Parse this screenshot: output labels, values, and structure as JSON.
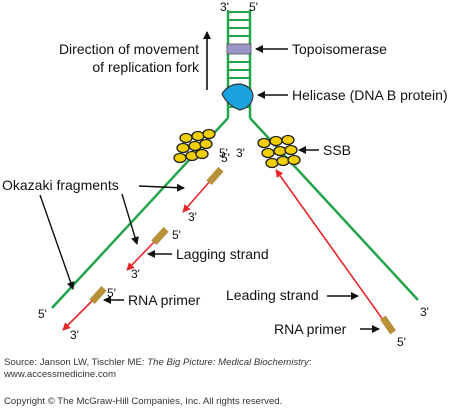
{
  "diagram": {
    "ends": {
      "fork_top_left": "3'",
      "fork_top_right": "5'",
      "lagging_template_bottom": "5'",
      "leading_template_bottom": "3'",
      "fork_left_5": "5'",
      "fork_right_3": "3'"
    },
    "labels": {
      "direction_line1": "Direction of movement",
      "direction_line2": "of replication fork",
      "topoisomerase": "Topoisomerase",
      "helicase": "Helicase (DNA B protein)",
      "ssb": "SSB",
      "okazaki": "Okazaki fragments",
      "lagging": "Lagging strand",
      "leading": "Leading strand",
      "rna_primer_left": "RNA primer",
      "rna_primer_right": "RNA primer"
    },
    "fragments": [
      {
        "five": "5'",
        "three": "3'"
      },
      {
        "five": "5'",
        "three": "3'"
      },
      {
        "five": "5'",
        "three": "3'"
      }
    ],
    "leading_primer_end": "5'",
    "colors": {
      "template": "#22a44a",
      "new_strand": "#e8262a",
      "primer": "#b8903a",
      "topoisomerase": "#9a96c8",
      "helicase": "#1aa3de",
      "ssb": "#f2d000"
    }
  },
  "footer": {
    "source_prefix": "Source: Janson LW, Tischler ME: ",
    "source_title": "The Big Picture: Medical Biochemistry",
    "source_suffix": ":",
    "url": "www.accessmedicine.com",
    "copyright": "Copyright © The McGraw-Hill Companies, Inc. All rights reserved."
  }
}
